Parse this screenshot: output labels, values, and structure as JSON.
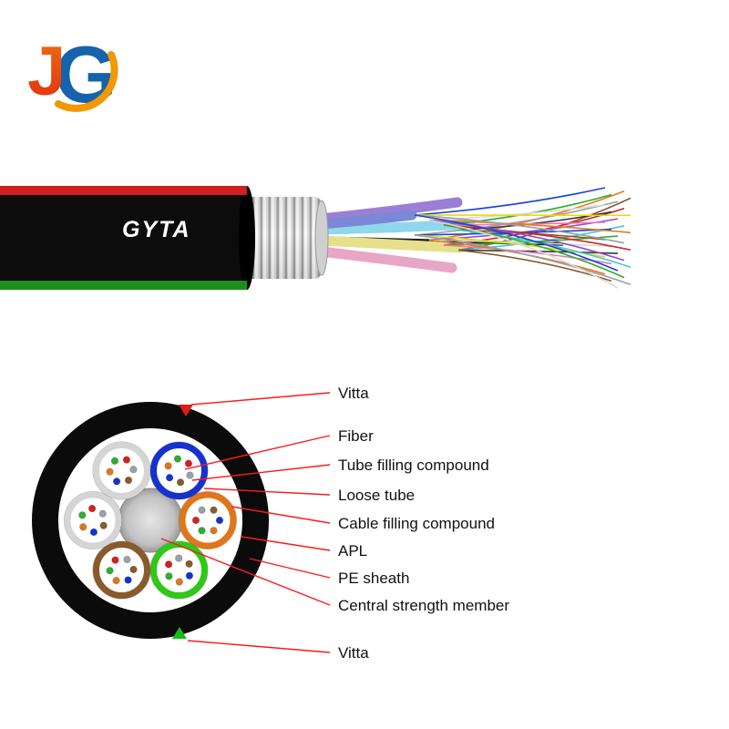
{
  "page": {
    "background": "#ffffff"
  },
  "logo": {
    "letter_j": "J",
    "letter_g": "G",
    "j_color_top": "#f07010",
    "j_color_bottom": "#e22b0e",
    "g_color": "#1563ac",
    "swoosh_color": "#f39800"
  },
  "cable": {
    "model_label": "GYTA",
    "sheath_color": "#0c0c0c",
    "stripe_top_color": "#cf1f1f",
    "stripe_bottom_color": "#1a8f1c",
    "strength_member_color": "#1c1c1c",
    "tube_colors": [
      "#9b7fd4",
      "#8fd8ec",
      "#e6e08a",
      "#e8a6c6",
      "#7a88d8"
    ],
    "fiber_colors": [
      "#1a46d8",
      "#e87a18",
      "#2fae2f",
      "#8a5a2b",
      "#98a0a8",
      "#d8d8d8",
      "#d42020",
      "#3a3a3a",
      "#e8d818",
      "#8d4fd0",
      "#e878b8",
      "#40c8d8"
    ]
  },
  "cross_section": {
    "sheath_color": "#0b0b0b",
    "core_color": "#ffffff",
    "marker_top_color": "#e41818",
    "marker_bottom_color": "#17bd17",
    "tube_ring_colors": [
      "#e0761c",
      "#2ec815",
      "#8a5a2b",
      "#d5d5d5",
      "#d5d5d5",
      "#1533cc"
    ],
    "fiber_dot_colors": [
      "#1533cc",
      "#e0761c",
      "#2fae2f",
      "#d42020",
      "#9aa0a8",
      "#8a5a2b"
    ]
  },
  "callouts": {
    "leader_color": "#ff1a1a",
    "items": [
      {
        "text": "Vitta"
      },
      {
        "text": "Fiber"
      },
      {
        "text": "Tube filling compound"
      },
      {
        "text": "Loose tube"
      },
      {
        "text": "Cable filling compound"
      },
      {
        "text": "APL"
      },
      {
        "text": "PE sheath"
      },
      {
        "text": "Central strength member"
      },
      {
        "text": "Vitta"
      }
    ]
  }
}
